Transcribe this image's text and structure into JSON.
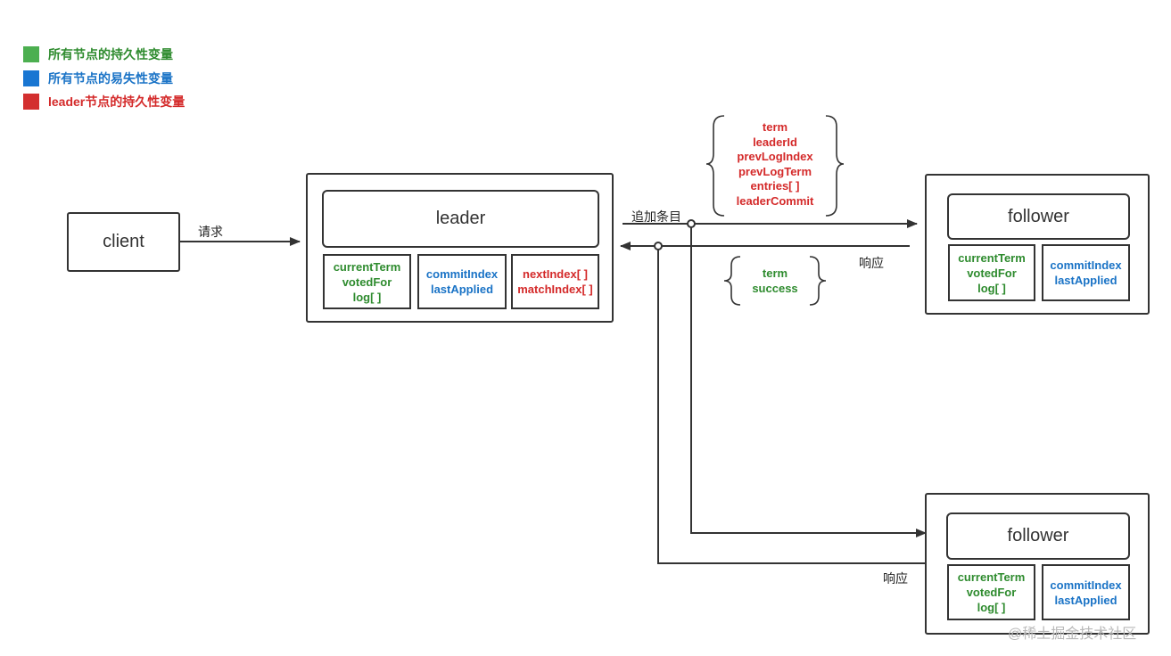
{
  "legend": [
    {
      "label": "所有节点的持久性变量",
      "color": "#4caf50"
    },
    {
      "label": "所有节点的易失性变量",
      "color": "#1976d2"
    },
    {
      "label": "leader节点的持久性变量",
      "color": "#d32f2f"
    }
  ],
  "client": {
    "label": "client"
  },
  "request_label": "请求",
  "leader": {
    "title": "leader",
    "persistent": [
      "currentTerm",
      "votedFor",
      "log[ ]"
    ],
    "volatile": [
      "commitIndex",
      "lastApplied"
    ],
    "leader_state": [
      "nextIndex[ ]",
      "matchIndex[ ]"
    ]
  },
  "append_label": "追加条目",
  "append_args": [
    "term",
    "leaderId",
    "prevLogIndex",
    "prevLogTerm",
    "entries[ ]",
    "leaderCommit"
  ],
  "response_fields": [
    "term",
    "success"
  ],
  "response_label_top": "响应",
  "response_label_bottom": "响应",
  "followers": [
    {
      "title": "follower",
      "persistent": [
        "currentTerm",
        "votedFor",
        "log[ ]"
      ],
      "volatile": [
        "commitIndex",
        "lastApplied"
      ]
    },
    {
      "title": "follower",
      "persistent": [
        "currentTerm",
        "votedFor",
        "log[ ]"
      ],
      "volatile": [
        "commitIndex",
        "lastApplied"
      ]
    }
  ],
  "watermark": "@稀土掘金技术社区",
  "colors": {
    "green_text": "#2e8b2e",
    "blue_text": "#1a73c6",
    "red_text": "#d42a2a",
    "line": "#333333"
  }
}
